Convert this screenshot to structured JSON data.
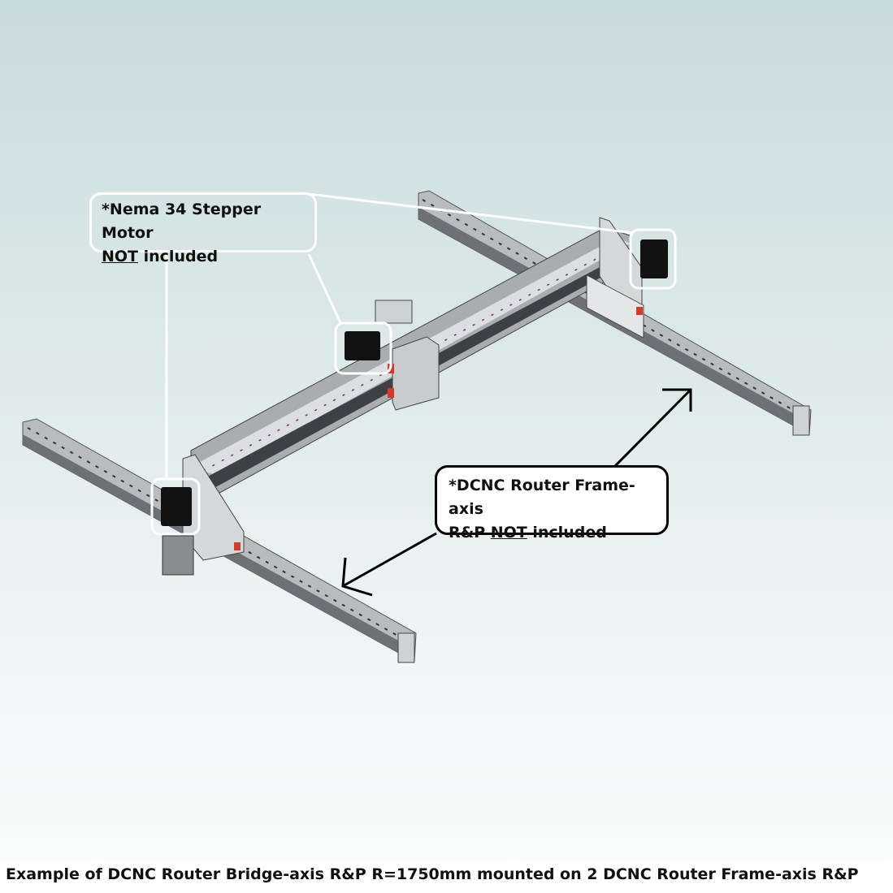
{
  "callouts": {
    "motor": {
      "line1": "*Nema 34 Stepper Motor",
      "line2_underlined": "NOT",
      "line2_rest": " included"
    },
    "frame": {
      "line1": "*DCNC Router Frame-axis",
      "line2_prefix": "R&P ",
      "line2_underlined": "NOT",
      "line2_rest": " included"
    }
  },
  "caption": "Example of DCNC Router Bridge-axis R&P R=1750mm mounted on 2 DCNC Router Frame-axis R&P",
  "colors": {
    "rail": "#b9bcbf",
    "rail_dark": "#55585c",
    "motor": "#111111",
    "accent": "#d33a2c"
  }
}
